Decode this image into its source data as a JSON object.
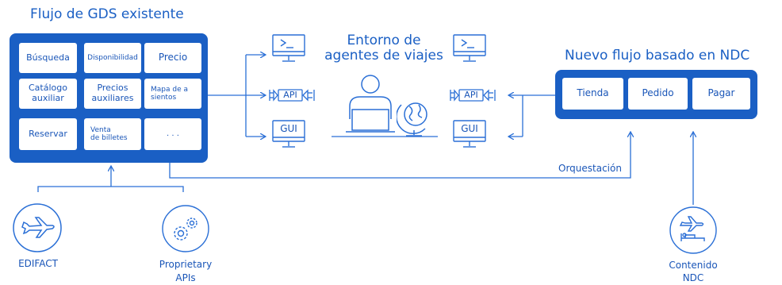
{
  "gds": {
    "title": "Flujo de GDS existente",
    "cells": [
      {
        "label": "Búsqueda"
      },
      {
        "label": "Disponibilidad"
      },
      {
        "label": "Precio"
      },
      {
        "label": "Catálogo\nauxiliar"
      },
      {
        "label": "Precios\nauxiliares"
      },
      {
        "label": "Mapa de a\nsientos"
      },
      {
        "label": "Reservar"
      },
      {
        "label": "Venta\nde billetes"
      },
      {
        "label": ". . ."
      }
    ]
  },
  "agent": {
    "title": "Entorno de\nagentes de viajes",
    "api_label": "API",
    "gui_label": "GUI"
  },
  "ndc": {
    "title": "Nuevo flujo basado en NDC",
    "cells": [
      {
        "label": "Tienda"
      },
      {
        "label": "Pedido"
      },
      {
        "label": "Pagar"
      }
    ]
  },
  "orchestration_label": "Orquestación",
  "sources": {
    "edifact": "EDIFACT",
    "proprietary": "Proprietary\nAPIs",
    "ndc_content": "Contenido\nNDC"
  },
  "colors": {
    "primary": "#1a5fc4",
    "line": "#2a6fd6"
  }
}
